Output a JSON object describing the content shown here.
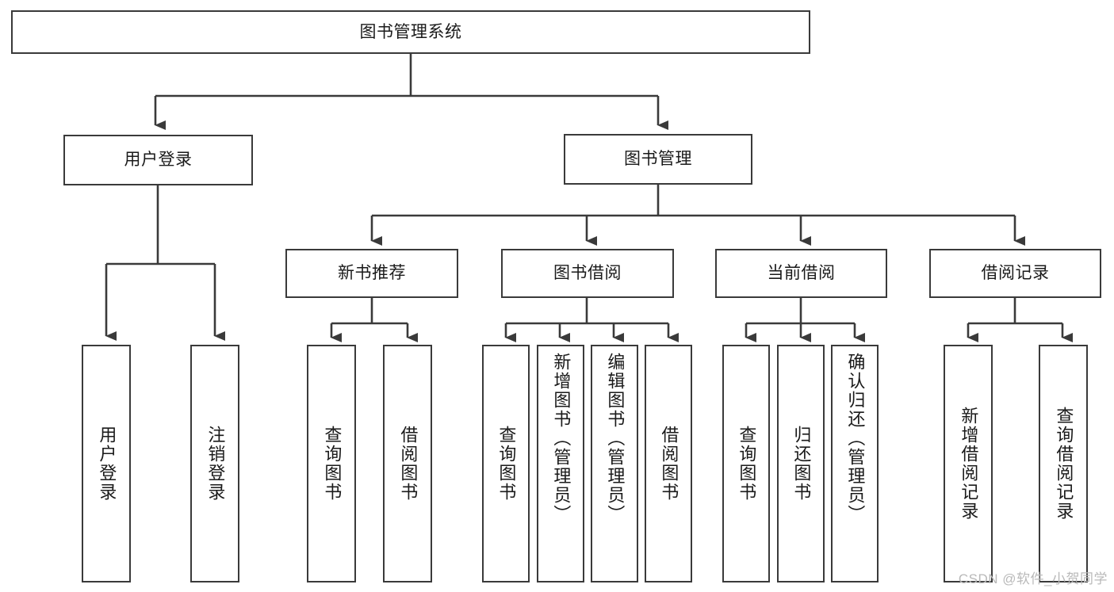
{
  "diagram": {
    "type": "tree-hierarchy",
    "root": {
      "id": "root",
      "label": "图书管理系统"
    },
    "level2": [
      {
        "id": "user-login",
        "label": "用户登录"
      },
      {
        "id": "book-manage",
        "label": "图书管理"
      }
    ],
    "level3": [
      {
        "id": "new-book-recommend",
        "label": "新书推荐",
        "parent": "book-manage"
      },
      {
        "id": "book-borrow",
        "label": "图书借阅",
        "parent": "book-manage"
      },
      {
        "id": "current-borrow",
        "label": "当前借阅",
        "parent": "book-manage"
      },
      {
        "id": "borrow-record",
        "label": "借阅记录",
        "parent": "book-manage"
      }
    ],
    "leaves": {
      "user-login": [
        {
          "id": "leaf-user-login",
          "label": "用户登录"
        },
        {
          "id": "leaf-logout-login",
          "label": "注销登录"
        }
      ],
      "new-book-recommend": [
        {
          "id": "leaf-query-book-1",
          "label": "查询图书"
        },
        {
          "id": "leaf-borrow-book-1",
          "label": "借阅图书"
        }
      ],
      "book-borrow": [
        {
          "id": "leaf-query-book-2",
          "label": "查询图书"
        },
        {
          "id": "leaf-add-book",
          "label": "新增图书（管理员）"
        },
        {
          "id": "leaf-edit-book",
          "label": "编辑图书（管理员）"
        },
        {
          "id": "leaf-borrow-book-2",
          "label": "借阅图书"
        }
      ],
      "current-borrow": [
        {
          "id": "leaf-query-book-3",
          "label": "查询图书"
        },
        {
          "id": "leaf-return-book",
          "label": "归还图书"
        },
        {
          "id": "leaf-confirm-return",
          "label": "确认归还（管理员）"
        }
      ],
      "borrow-record": [
        {
          "id": "leaf-add-record",
          "label": "新增借阅记录"
        },
        {
          "id": "leaf-query-record",
          "label": "查询借阅记录"
        }
      ]
    }
  },
  "watermark": {
    "text": "CSDN @软件_小贺同学"
  },
  "colors": {
    "stroke": "#3a3a3a",
    "fill": "#ffffff",
    "text": "#1a1a1a",
    "watermark": "#b9b9b9"
  }
}
